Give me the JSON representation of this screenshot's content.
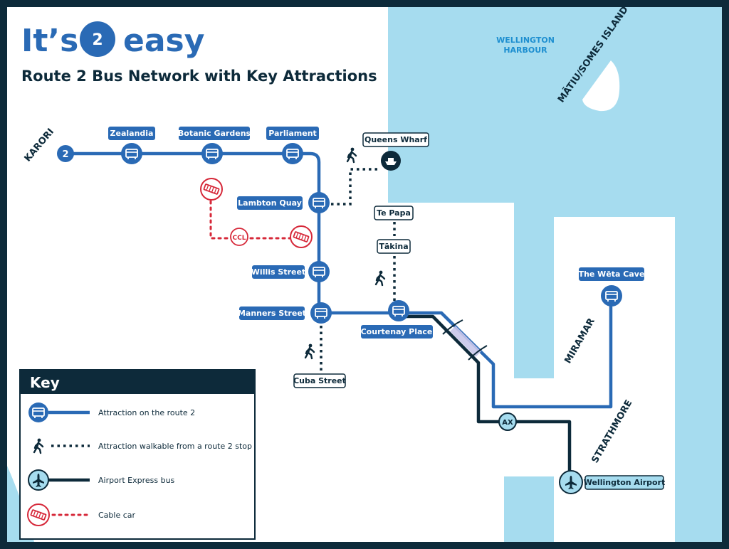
{
  "header": {
    "title_pre": "It’s",
    "title_num": "2",
    "title_post": "easy",
    "subtitle": "Route 2 Bus Network with Key Attractions"
  },
  "places": {
    "harbour_line1": "WELLINGTON",
    "harbour_line2": "HARBOUR",
    "island": "MĀTIU/SOMES ISLAND",
    "karori": "KARORI",
    "miramar": "MIRAMAR",
    "strathmore": "STRATHMORE"
  },
  "route": {
    "number": "2",
    "stops": {
      "zealandia": "Zealandia",
      "botanic": "Botanic Gardens",
      "parliament": "Parliament",
      "lambton": "Lambton Quay",
      "willis": "Willis Street",
      "manners": "Manners Street",
      "courtenay": "Courtenay Place",
      "weta": "The Wēta Cave"
    }
  },
  "walkable": {
    "queens_wharf": "Queens Wharf",
    "te_papa": "Te Papa",
    "takina": "Tākina",
    "cuba": "Cuba Street"
  },
  "cable_car": {
    "badge": "CCL"
  },
  "airport": {
    "ax_badge": "AX",
    "name": "Wellington Airport"
  },
  "key": {
    "title": "Key",
    "items": [
      "Attraction on the route 2",
      "Attraction walkable from a route 2 stop",
      "Airport Express bus",
      "Cable car"
    ]
  },
  "colors": {
    "navy": "#0d2a3a",
    "route_blue": "#2a6ab5",
    "water": "#a6dcef",
    "cable_red": "#d62839",
    "land": "#ffffff"
  }
}
